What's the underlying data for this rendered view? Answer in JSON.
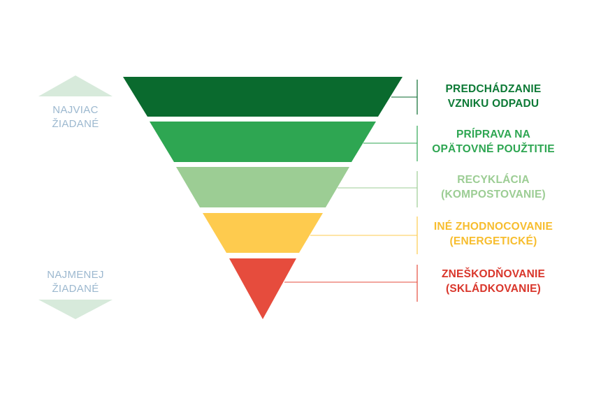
{
  "side_labels": {
    "top": {
      "line1": "NAJVIAC",
      "line2": "ŽIADANÉ"
    },
    "bottom": {
      "line1": "NAJMENEJ",
      "line2": "ŽIADANÉ"
    }
  },
  "arrow_color": "#d7eadb",
  "levels": [
    {
      "line1": "PREDCHÁDZANIE",
      "line2": "VZNIKU ODPADU",
      "fill": "#0a6a2e",
      "text_color": "#0d7a36"
    },
    {
      "line1": "PRÍPRAVA NA",
      "line2": "OPÄTOVNÉ POUŽTITIE",
      "fill": "#2ea652",
      "text_color": "#2ea652"
    },
    {
      "line1": "RECYKLÁCIA",
      "line2": "(KOMPOSTOVANIE)",
      "fill": "#9ccd94",
      "text_color": "#9ccd94"
    },
    {
      "line1": "INÉ ZHODNOCOVANIE",
      "line2": "(ENERGETICKÉ)",
      "fill": "#fecb4e",
      "text_color": "#f7bd2e"
    },
    {
      "line1": "ZNEŠKODŇOVANIE",
      "line2": "(SKLÁDKOVANIE)",
      "fill": "#e64c3d",
      "text_color": "#d9362b"
    }
  ]
}
